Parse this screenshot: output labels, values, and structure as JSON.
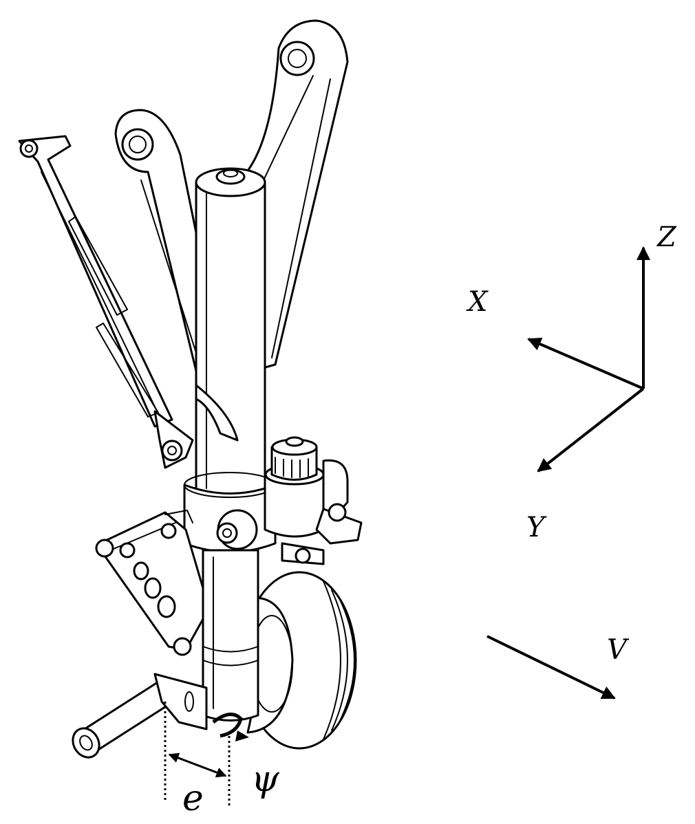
{
  "labels": {
    "x_axis": "X",
    "y_axis": "Y",
    "z_axis": "Z",
    "velocity": "V",
    "offset": "e",
    "yaw_angle": "ψ"
  },
  "colors": {
    "ink": "#000000",
    "background": "#ffffff"
  }
}
